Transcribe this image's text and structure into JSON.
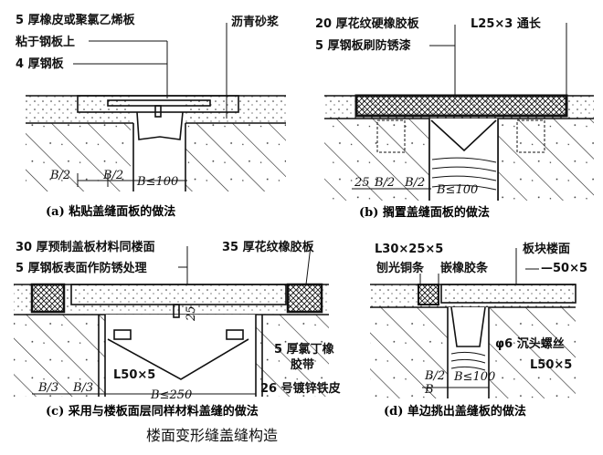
{
  "figure_title": "楼面变形缝盖缝构造",
  "panels": {
    "a": {
      "caption": "(a) 粘贴盖缝面板的做法",
      "labels": [
        "5 厚橡皮或聚氯乙烯板",
        "粘于钢板上",
        "4 厚钢板",
        "沥青砂浆"
      ],
      "dims": [
        "B/2",
        "B/2",
        "B≤100"
      ]
    },
    "b": {
      "caption": "(b) 搁置盖缝面板的做法",
      "labels": [
        "20 厚花纹硬橡胶板",
        "5 厚钢板刷防锈漆",
        "L25×3 通长"
      ],
      "dims": [
        "25",
        "B/2",
        "B/2",
        "B≤100"
      ]
    },
    "c": {
      "caption": "(c) 采用与楼板面层同样材料盖缝的做法",
      "labels": [
        "30 厚预制盖板材料同楼面",
        "5 厚钢板表面作防锈处理",
        "35 厚花纹橡胶板",
        "25",
        "L50×5",
        "5 厚氯丁橡",
        "胶带",
        "26 号镀锌铁皮"
      ],
      "dims": [
        "B/3",
        "B/3",
        "B≤250"
      ]
    },
    "d": {
      "caption": "(d) 单边挑出盖缝板的做法",
      "labels": [
        "L30×25×5",
        "刨光铜条",
        "嵌橡胶条",
        "板块楼面",
        "—50×5",
        "φ6 沉头螺丝",
        "L50×5"
      ],
      "dims": [
        "B/2",
        "B",
        "B≤100"
      ]
    }
  }
}
